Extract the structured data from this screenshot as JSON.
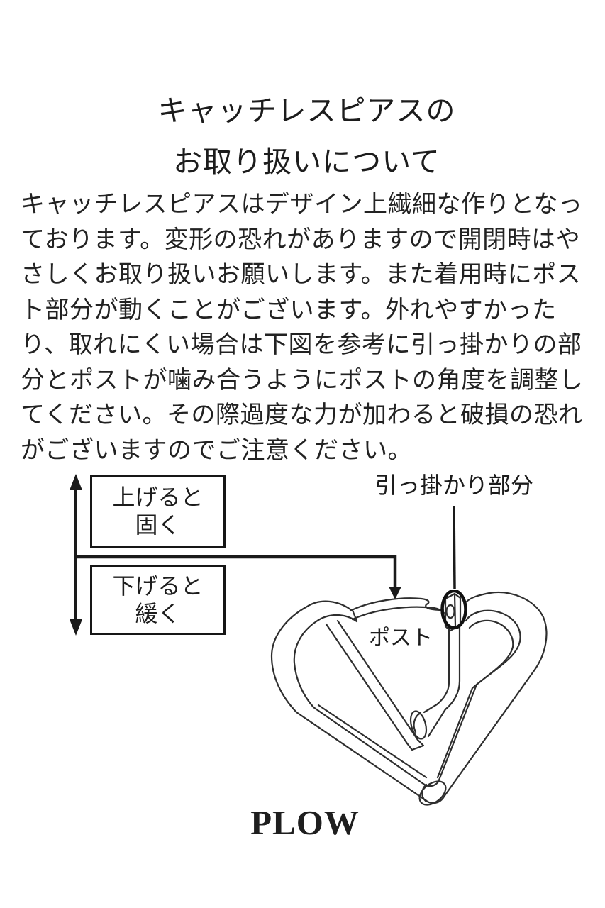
{
  "page": {
    "background": "#ffffff",
    "ink_color": "#1f1f1f",
    "line_color": "#1a1a1a"
  },
  "title": {
    "line1": "キャッチレスピアスの",
    "line2": "お取り扱いについて"
  },
  "body": {
    "text": "キャッチレスピアスはデザイン上繊細な作りとなっております。変形の恐れがありますので開閉時はやさしくお取り扱いお願いします。また着用時にポスト部分が動くことがございます。外れやすかったり、取れにくい場合は下図を参考に引っ掛かりの部分とポストが噛み合うようにポストの角度を調整してください。その際過度な力が加わると破損の恐れがございますのでご注意ください。"
  },
  "diagram": {
    "up_box": {
      "line1": "上げると",
      "line2": "固く"
    },
    "down_box": {
      "line1": "下げると",
      "line2": "緩く"
    },
    "hook_label": "引っ掛かり部分",
    "post_label": "ポスト",
    "illustration_name": "heart-shaped-catchless-hoop-earring-line-drawing"
  },
  "brand": {
    "logo_text": "PLOW"
  }
}
